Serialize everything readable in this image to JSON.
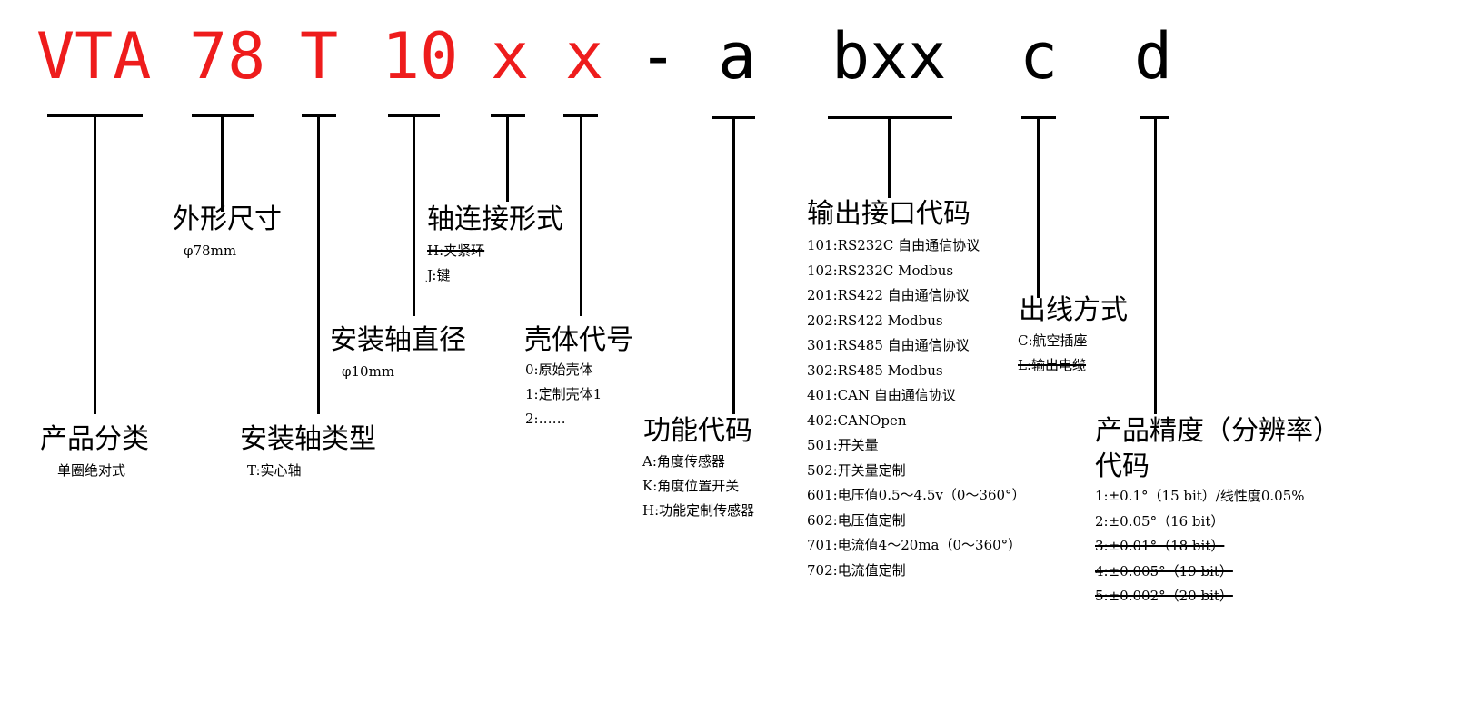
{
  "code": {
    "vta": "VTA",
    "size": "78",
    "shaft_type": "T",
    "diameter": "10",
    "x1": "x",
    "x2": "x",
    "dash": "-",
    "a": "a",
    "bxx": "bxx",
    "c": "c",
    "d": "d"
  },
  "sections": {
    "product_category": {
      "title": "产品分类",
      "value": "单圈绝对式"
    },
    "dimension": {
      "title": "外形尺寸",
      "value": "φ78mm"
    },
    "shaft_type": {
      "title": "安装轴类型",
      "value": "T:实心轴"
    },
    "shaft_diameter": {
      "title": "安装轴直径",
      "value": "φ10mm"
    },
    "shaft_connection": {
      "title": "轴连接形式",
      "items": [
        "H:夹紧环",
        "J:键"
      ]
    },
    "housing": {
      "title": "壳体代号",
      "items": [
        "0:原始壳体",
        "1:定制壳体1",
        "2:……"
      ]
    },
    "function": {
      "title": "功能代码",
      "items": [
        "A:角度传感器",
        "K:角度位置开关",
        "H:功能定制传感器"
      ]
    },
    "output": {
      "title": "输出接口代码",
      "items": [
        "101:RS232C 自由通信协议",
        "102:RS232C Modbus",
        "201:RS422 自由通信协议",
        "202:RS422 Modbus",
        "301:RS485 自由通信协议",
        "302:RS485 Modbus",
        "401:CAN 自由通信协议",
        "402:CANOpen",
        "501:开关量",
        "502:开关量定制",
        "601:电压值0.5～4.5v（0～360°）",
        "602:电压值定制",
        "701:电流值4～20ma（0～360°）",
        "702:电流值定制"
      ]
    },
    "cable": {
      "title": "出线方式",
      "items": [
        "C:航空插座",
        "L:输出电缆"
      ]
    },
    "precision": {
      "title_line1": "产品精度（分辨率）",
      "title_line2": "代码",
      "items": [
        "1:±0.1°（15 bit）/线性度0.05%",
        "2:±0.05°（16 bit）",
        "3:±0.01°（18 bit）",
        "4:±0.005°（19 bit）",
        "5:±0.002°（20 bit）"
      ]
    }
  },
  "colors": {
    "code_red": "#ee1c1c",
    "line": "#000000"
  }
}
